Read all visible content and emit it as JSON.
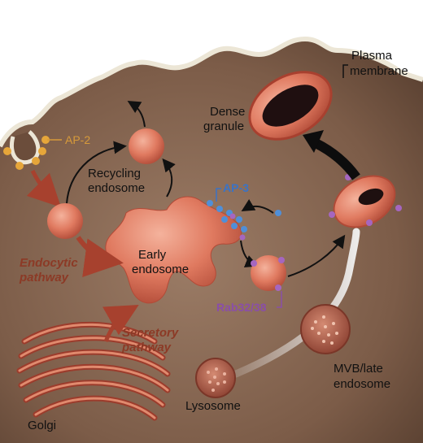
{
  "labels": {
    "plasma_membrane_line1": "Plasma",
    "plasma_membrane_line2": "membrane",
    "dense_granule_line1": "Dense",
    "dense_granule_line2": "granule",
    "ap2": "AP-2",
    "ap3": "AP-3",
    "recycling_endosome_line1": "Recycling",
    "recycling_endosome_line2": "endosome",
    "early_endosome_line1": "Early",
    "early_endosome_line2": "endosome",
    "endocytic_pathway_line1": "Endocytic",
    "endocytic_pathway_line2": "pathway",
    "secretory_pathway_line1": "Secretory",
    "secretory_pathway_line2": "pathway",
    "rab": "Rab32/38",
    "mvb_line1": "MVB/late",
    "mvb_line2": "endosome",
    "lysosome": "Lysosome",
    "golgi": "Golgi"
  },
  "colors": {
    "cytoplasm": "#8a6a55",
    "membrane": "#e9e2d2",
    "organelle": "#d9745d",
    "granule_core": "#2a1414",
    "ap2_dot": "#e6a63a",
    "ap3_dot": "#4f8fd8",
    "rab_dot": "#a566c0",
    "pathway_arrow": "#a7412e"
  }
}
